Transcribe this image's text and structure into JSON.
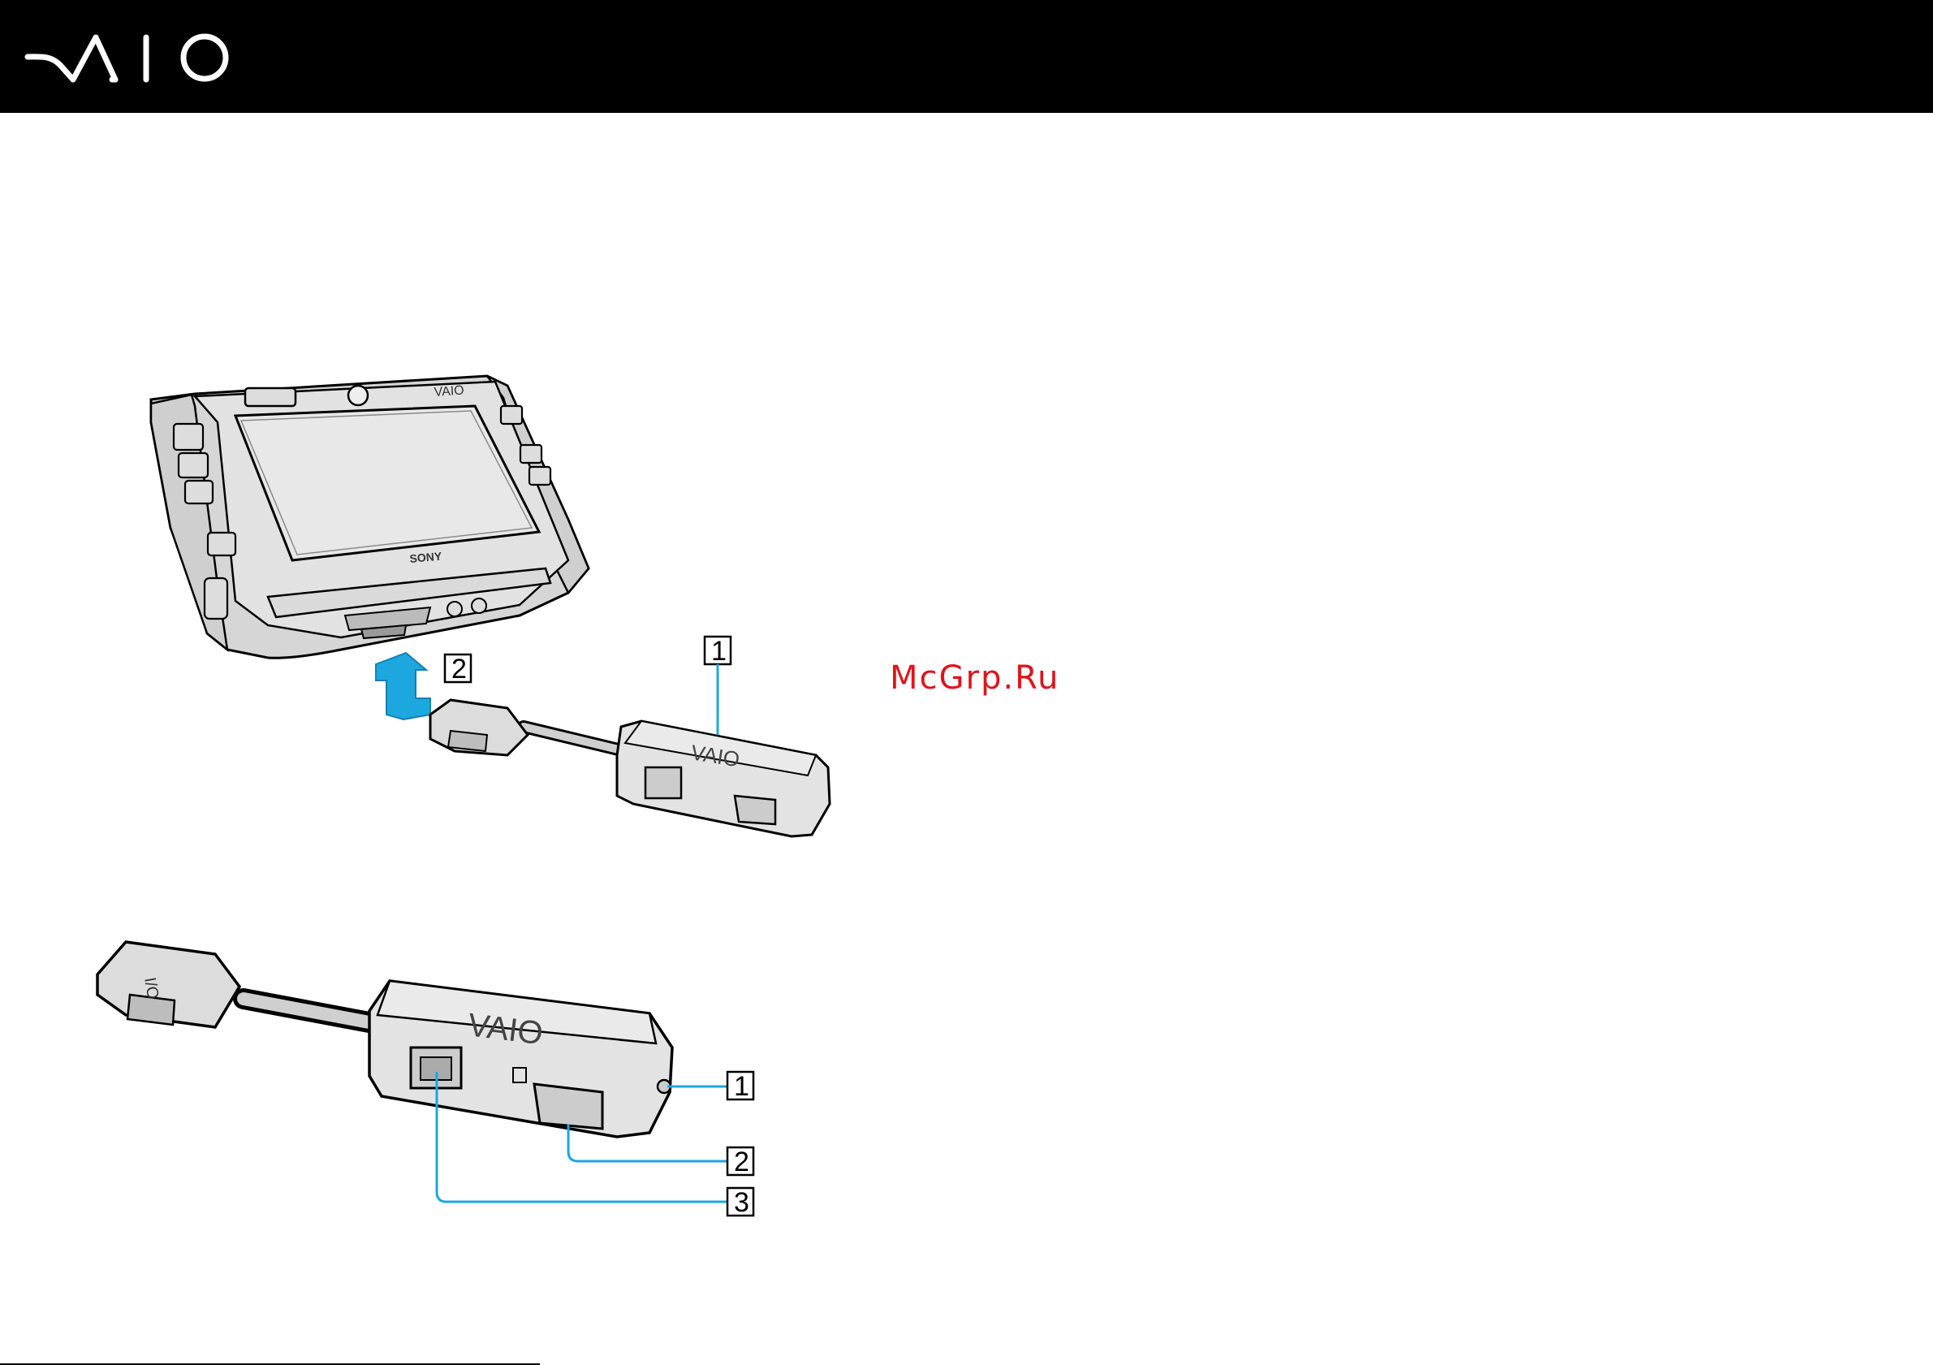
{
  "header": {
    "logo": "VAIO",
    "logo_icon": "vaio-logo",
    "background": "#000000"
  },
  "watermark": {
    "text": "McGrp.Ru",
    "color": "#e0131b"
  },
  "figure_top": {
    "callouts": [
      {
        "number": "1"
      },
      {
        "number": "2"
      }
    ],
    "arrow_color": "#1da7df",
    "device_brand": "SONY",
    "device_logo": "VAIO"
  },
  "figure_bottom": {
    "callouts": [
      {
        "number": "1"
      },
      {
        "number": "2"
      },
      {
        "number": "3"
      }
    ],
    "leader_color": "#1da7df"
  }
}
